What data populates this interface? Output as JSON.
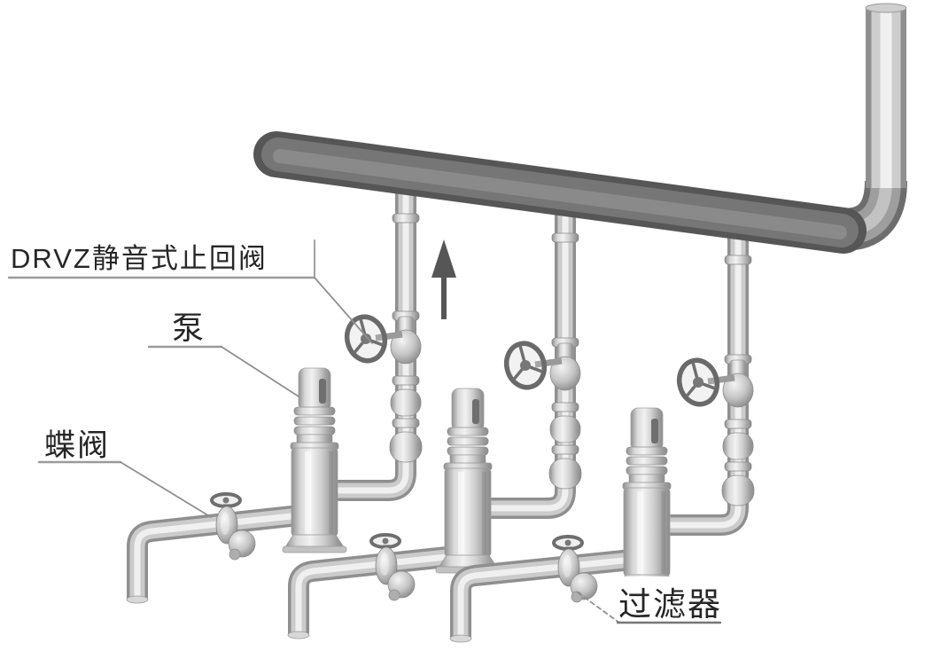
{
  "diagram": {
    "type": "piping-installation-illustration",
    "description": "Three vertical inline pumps connected to a sloped overhead header pipe with riser; flow direction upward",
    "pump_branch_count": 3,
    "labels": {
      "check_valve": "DRVZ静音式止回阀",
      "pump": "泵",
      "butterfly_valve": "蝶阀",
      "strainer": "过滤器"
    },
    "flow_arrow": {
      "direction": "up"
    },
    "icons": {
      "flow_arrow": "arrow-up-icon",
      "gate_valve_handwheel": "handwheel-icon",
      "butterfly_valve_handwheel": "small-handwheel-icon"
    },
    "colors": {
      "background": "#ffffff",
      "header_pipe_dark": "#565656",
      "light_pipe": "#cbcbcb",
      "pipe_edge": "#8f8f8f",
      "label_text": "#262626",
      "leader_line": "#8f8f8f",
      "arrow": "#565656"
    }
  }
}
